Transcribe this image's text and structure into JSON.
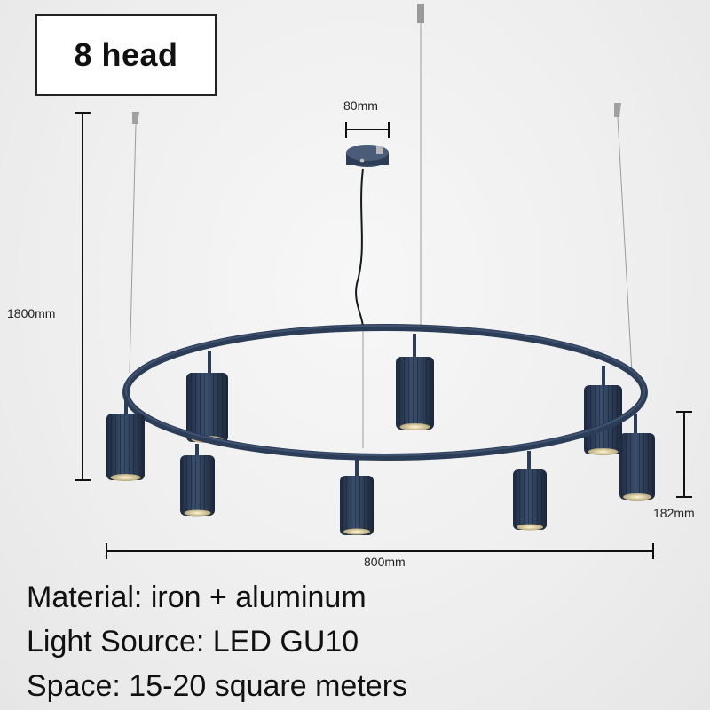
{
  "badge": {
    "label": "8 head"
  },
  "dimensions": {
    "canopy_width": "80mm",
    "drop_height": "1800mm",
    "lamp_height": "182mm",
    "ring_diameter": "800mm"
  },
  "specs": {
    "material": "Material: iron + aluminum",
    "light_source": "Light Source: LED GU10",
    "space": "Space: 15-20 square meters"
  },
  "colors": {
    "fixture": "#2c3d57",
    "dimension_lines": "#111111",
    "background": "#efefef"
  }
}
